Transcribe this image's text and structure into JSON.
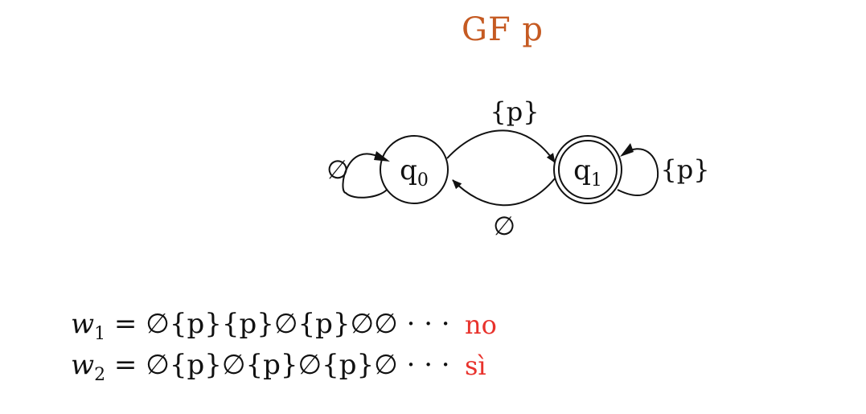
{
  "title": "GF p",
  "title_color": "#c55a22",
  "accent_color": "#e8322c",
  "automaton": {
    "states": [
      {
        "id": "q0",
        "label": "q",
        "subscript": "0",
        "accepting": false
      },
      {
        "id": "q1",
        "label": "q",
        "subscript": "1",
        "accepting": true
      }
    ],
    "transitions": [
      {
        "from": "q0",
        "to": "q0",
        "label": "∅"
      },
      {
        "from": "q0",
        "to": "q1",
        "label": "{p}"
      },
      {
        "from": "q1",
        "to": "q0",
        "label": "∅"
      },
      {
        "from": "q1",
        "to": "q1",
        "label": "{p}"
      }
    ]
  },
  "words": [
    {
      "name": "w",
      "subscript": "1",
      "sequence": "= ∅{p}{p}∅{p}∅∅ · · ·",
      "answer": "no"
    },
    {
      "name": "w",
      "subscript": "2",
      "sequence": "= ∅{p}∅{p}∅{p}∅ · · ·",
      "answer": "sì"
    }
  ]
}
